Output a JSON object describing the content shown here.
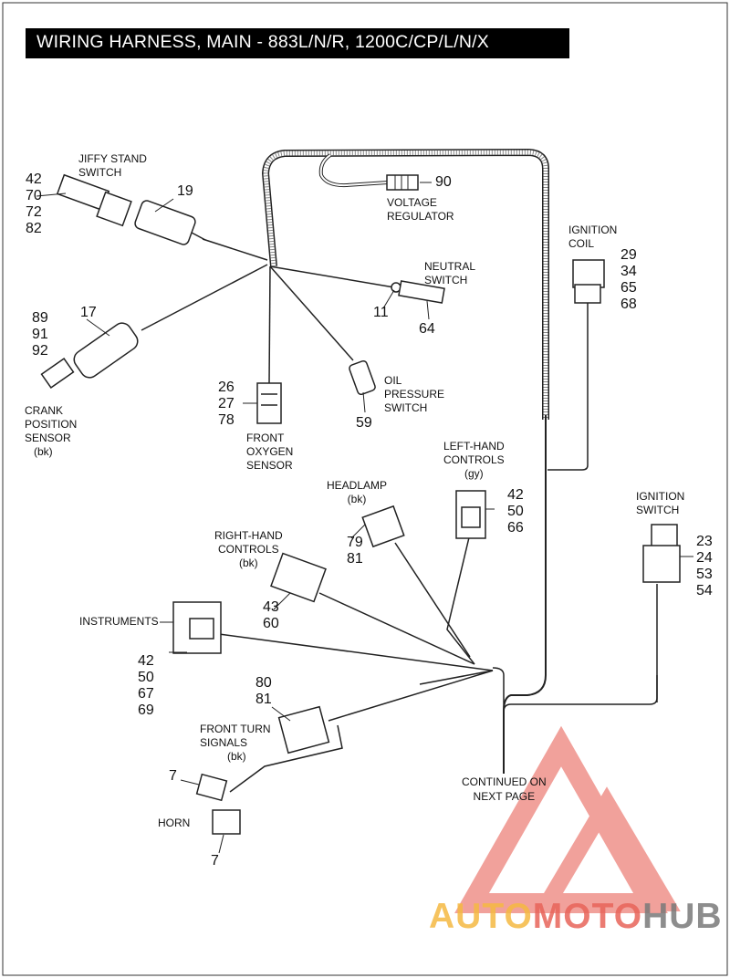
{
  "title": "WIRING HARNESS, MAIN - 883L/N/R, 1200C/CP/L/N/X",
  "components": {
    "jiffy_stand": {
      "label": [
        "JIFFY STAND",
        "SWITCH"
      ],
      "callouts": [
        "42",
        "70",
        "72",
        "82"
      ]
    },
    "item19": {
      "callout": "19"
    },
    "voltage_regulator": {
      "callout": "90",
      "label": [
        "VOLTAGE",
        "REGULATOR"
      ]
    },
    "ignition_coil": {
      "label": [
        "IGNITION",
        "COIL"
      ],
      "callouts": [
        "29",
        "34",
        "65",
        "68"
      ]
    },
    "neutral_switch": {
      "label": [
        "NEUTRAL",
        "SWITCH"
      ],
      "callouts": [
        "11",
        "64"
      ]
    },
    "crank_sensor": {
      "callout_17": "17",
      "callouts": [
        "89",
        "91",
        "92"
      ],
      "label": [
        "CRANK",
        "POSITION",
        "SENSOR"
      ],
      "color": "(bk)"
    },
    "front_oxygen": {
      "callouts": [
        "26",
        "27",
        "78"
      ],
      "label": [
        "FRONT",
        "OXYGEN",
        "SENSOR"
      ]
    },
    "oil_pressure": {
      "label": [
        "OIL",
        "PRESSURE",
        "SWITCH"
      ],
      "callout": "59"
    },
    "left_hand_controls": {
      "label": [
        "LEFT-HAND",
        "CONTROLS"
      ],
      "color": "(gy)",
      "callouts": [
        "42",
        "50",
        "66"
      ]
    },
    "headlamp": {
      "label": "HEADLAMP",
      "color": "(bk)",
      "callouts": [
        "79",
        "81"
      ]
    },
    "ignition_switch": {
      "label": [
        "IGNITION",
        "SWITCH"
      ],
      "callouts": [
        "23",
        "24",
        "53",
        "54"
      ]
    },
    "right_hand_controls": {
      "label": [
        "RIGHT-HAND",
        "CONTROLS"
      ],
      "color": "(bk)",
      "callouts": [
        "43",
        "60"
      ]
    },
    "instruments": {
      "label": "INSTRUMENTS",
      "callouts": [
        "42",
        "50",
        "67",
        "69"
      ]
    },
    "front_turn_signals": {
      "callouts": [
        "80",
        "81"
      ],
      "label": [
        "FRONT TURN",
        "SIGNALS"
      ],
      "color": "(bk)"
    },
    "horn": {
      "label": "HORN",
      "callout_top": "7",
      "callout_bottom": "7"
    },
    "continued": {
      "label": [
        "CONTINUED ON",
        "NEXT PAGE"
      ]
    }
  },
  "watermark": {
    "part1": "AUTO",
    "part2": "MOTO",
    "part3": "HUB"
  },
  "colors": {
    "line": "#222222",
    "title_bg": "#000000",
    "wm_orange": "#f5b942",
    "wm_red": "#e8645a",
    "wm_gray": "#7a7a7a"
  }
}
